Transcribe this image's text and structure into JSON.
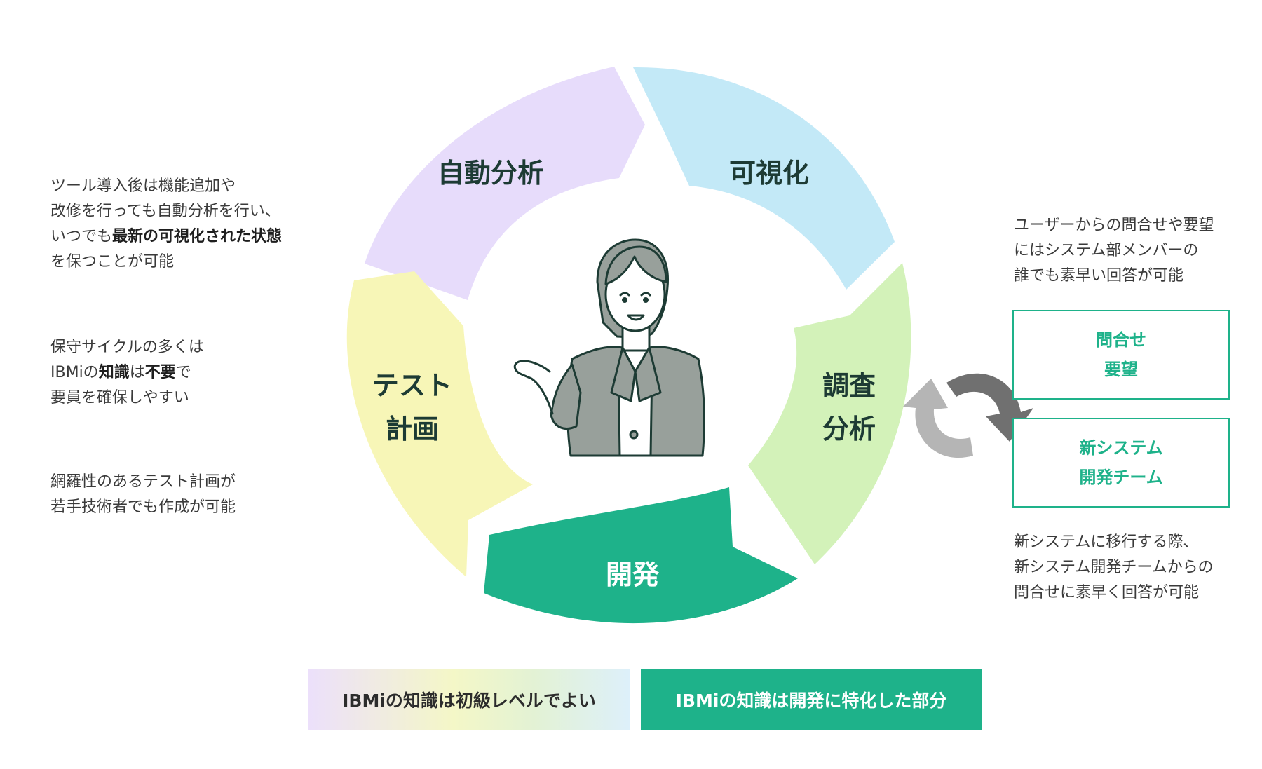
{
  "colors": {
    "purple": "#e7dcfb",
    "blue": "#c3e9f7",
    "green_light": "#d3f2b9",
    "green_dark": "#1eb28a",
    "yellow": "#f7f6b7",
    "label_text": "#1d3b34",
    "cycle_icon": "#8a8a8a"
  },
  "cycle": {
    "auto_analysis": "自動分析",
    "visualization": "可視化",
    "investigation_line1": "調査",
    "investigation_line2": "分析",
    "development": "開発",
    "test_plan_line1": "テスト",
    "test_plan_line2": "計画",
    "center_icon": "businesswoman-presenting-illustration"
  },
  "left_notes": {
    "note1": {
      "line1": "ツール導入後は機能追加や",
      "line2": "改修を行っても自動分析を行い、",
      "line3_prefix": "いつでも",
      "line3_bold": "最新の可視化された状態",
      "line4": "を保つことが可能"
    },
    "note2": {
      "line1": "保守サイクルの多くは",
      "line2_prefix": "IBMiの",
      "line2_bold1": "知識",
      "line2_mid": "は",
      "line2_bold2": "不要",
      "line2_suffix": "で",
      "line3": "要員を確保しやすい"
    },
    "note3": {
      "line1": "網羅性のあるテスト計画が",
      "line2": "若手技術者でも作成が可能"
    }
  },
  "right_notes": {
    "top": {
      "line1": "ユーザーからの問合せや要望",
      "line2": "にはシステム部メンバーの",
      "line3": "誰でも素早い回答が可能"
    },
    "box1": {
      "line1": "問合せ",
      "line2": "要望"
    },
    "box2": {
      "line1": "新システム",
      "line2": "開発チーム"
    },
    "bottom": {
      "line1": "新システムに移行する際、",
      "line2": "新システム開発チームからの",
      "line3": "問合せに素早く回答が可能"
    },
    "cycle_icon": "refresh-cycle-icon"
  },
  "bottom_bars": {
    "basic": "IBMiの知識は初級レベルでよい",
    "dev": "IBMiの知識は開発に特化した部分"
  }
}
